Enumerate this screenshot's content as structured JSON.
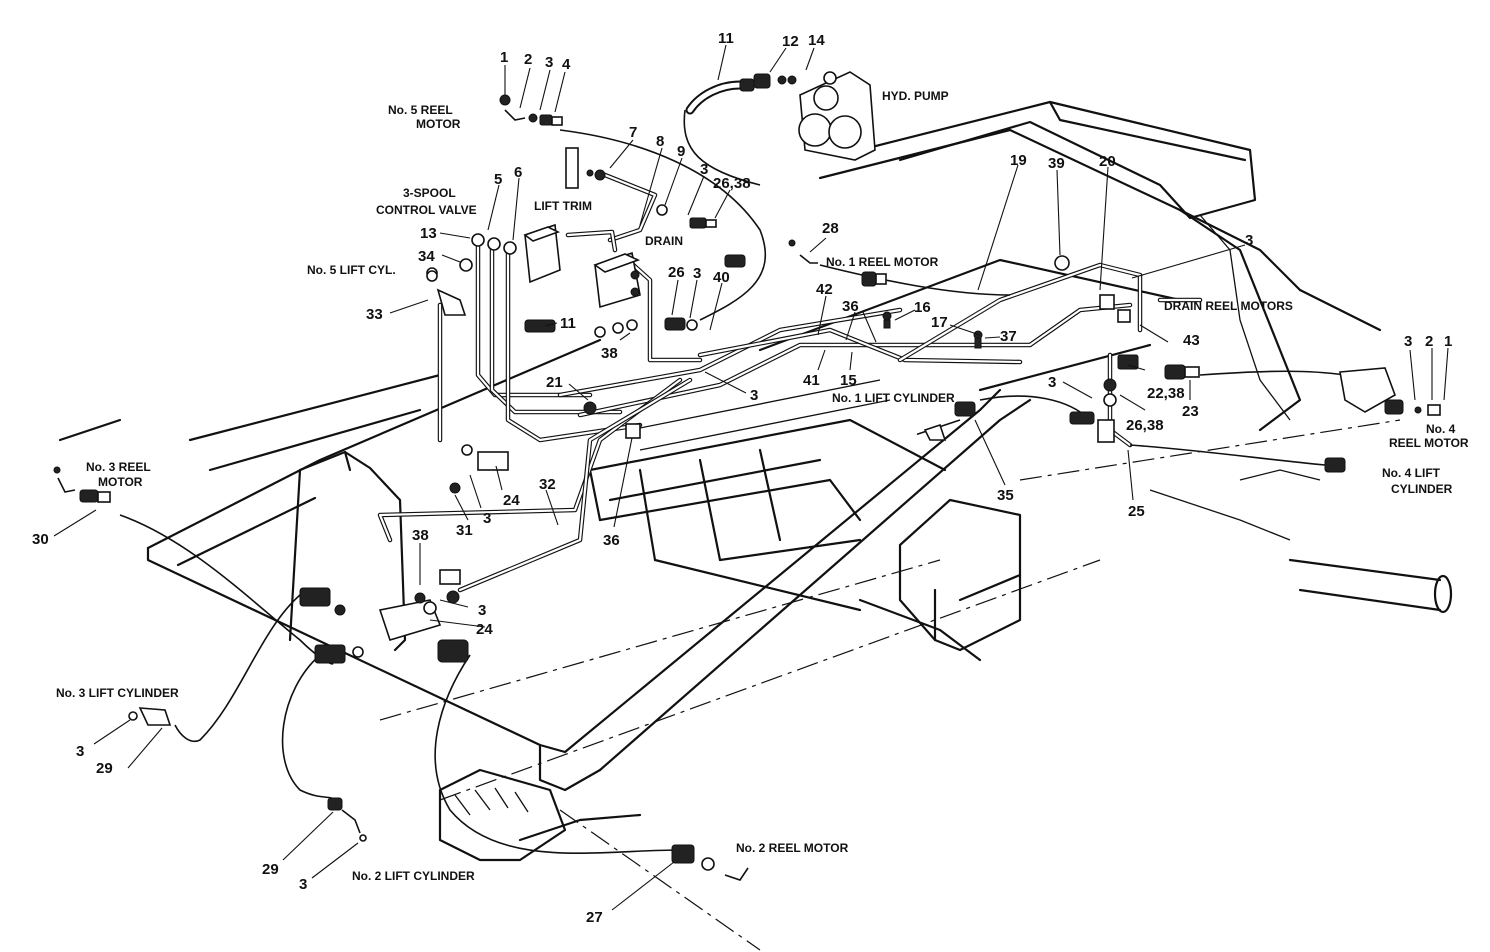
{
  "callouts": {
    "c1a": "1",
    "c2a": "2",
    "c3a": "3",
    "c4a": "4",
    "c11a": "11",
    "c12": "12",
    "c14": "14",
    "c7": "7",
    "c8": "8",
    "c9": "9",
    "c3b": "3",
    "c26_38a": "26,38",
    "c5": "5",
    "c6": "6",
    "c13": "13",
    "c34": "34",
    "c33": "33",
    "c11b": "11",
    "c38a": "38",
    "c26a": "26",
    "c3c": "3",
    "c40": "40",
    "c28": "28",
    "c19": "19",
    "c39": "39",
    "c20": "20",
    "c3d": "3",
    "c42": "42",
    "c36a": "36",
    "c16": "16",
    "c17": "17",
    "c37": "37",
    "c43": "43",
    "c41": "41",
    "c15": "15",
    "c21": "21",
    "c3e": "3",
    "c3f": "3",
    "c22_38": "22,38",
    "c23": "23",
    "c26_38b": "26,38",
    "c35": "35",
    "c25": "25",
    "c3g": "3",
    "c2b": "2",
    "c1b": "1",
    "c24a": "24",
    "c31": "31",
    "c3h": "3",
    "c32": "32",
    "c36b": "36",
    "c30": "30",
    "c38b": "38",
    "c3i": "3",
    "c24b": "24",
    "c3j": "3",
    "c29a": "29",
    "c29b": "29",
    "c3k": "3",
    "c27": "27"
  },
  "labels": {
    "no5_reel_motor_l1": "No. 5 REEL",
    "no5_reel_motor_l2": "MOTOR",
    "hyd_pump": "HYD. PUMP",
    "spool_l1": "3-SPOOL",
    "spool_l2": "CONTROL VALVE",
    "lift_trim": "LIFT TRIM",
    "drain": "DRAIN",
    "no5_lift_cyl": "No. 5 LIFT CYL.",
    "no1_reel_motor": "No. 1 REEL MOTOR",
    "drain_reel_motors": "DRAIN REEL MOTORS",
    "no1_lift_cylinder": "No. 1 LIFT CYLINDER",
    "no4_reel_motor_l1": "No. 4",
    "no4_reel_motor_l2": "REEL MOTOR",
    "no4_lift_cyl_l1": "No. 4 LIFT",
    "no4_lift_cyl_l2": "CYLINDER",
    "no3_reel_motor_l1": "No. 3 REEL",
    "no3_reel_motor_l2": "MOTOR",
    "no3_lift_cylinder": "No. 3 LIFT CYLINDER",
    "no2_lift_cylinder": "No. 2 LIFT CYLINDER",
    "no2_reel_motor": "No. 2 REEL MOTOR"
  }
}
